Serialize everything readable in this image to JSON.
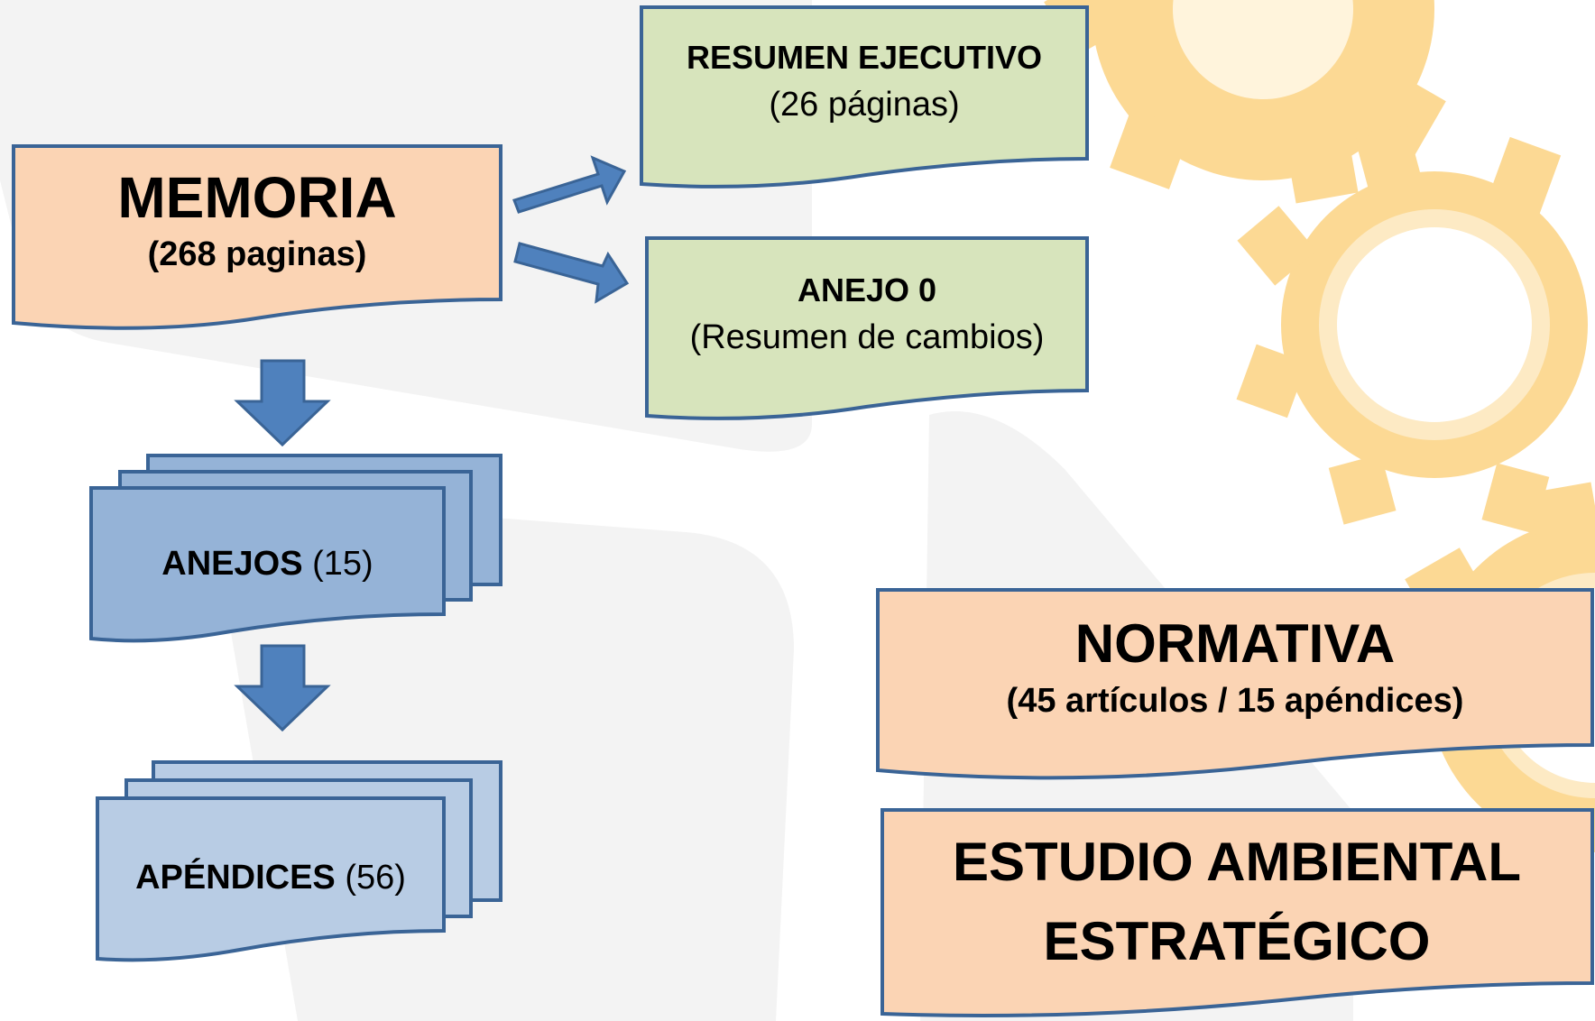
{
  "colors": {
    "peach": "#fbd4b4",
    "green": "#d7e4bc",
    "blue_dark": "#95b3d7",
    "blue_light": "#b8cce4",
    "arrow": "#4f81bd",
    "border": "#3a6496",
    "gear": "#fbd88c",
    "watermark": "#f2f2f2"
  },
  "memoria": {
    "title": "MEMORIA",
    "subtitle": "(268 paginas)"
  },
  "resumen": {
    "title": "RESUMEN EJECUTIVO",
    "subtitle": "(26 páginas)"
  },
  "anejo0": {
    "title": "ANEJO 0",
    "subtitle": "(Resumen de cambios)"
  },
  "anejos": {
    "label": "ANEJOS",
    "count": "(15)"
  },
  "apendices": {
    "label": "APÉNDICES",
    "count": "(56)"
  },
  "normativa": {
    "title": "NORMATIVA",
    "subtitle": "(45 artículos / 15 apéndices)"
  },
  "estudio": {
    "line1": "ESTUDIO AMBIENTAL",
    "line2": "ESTRATÉGICO"
  }
}
